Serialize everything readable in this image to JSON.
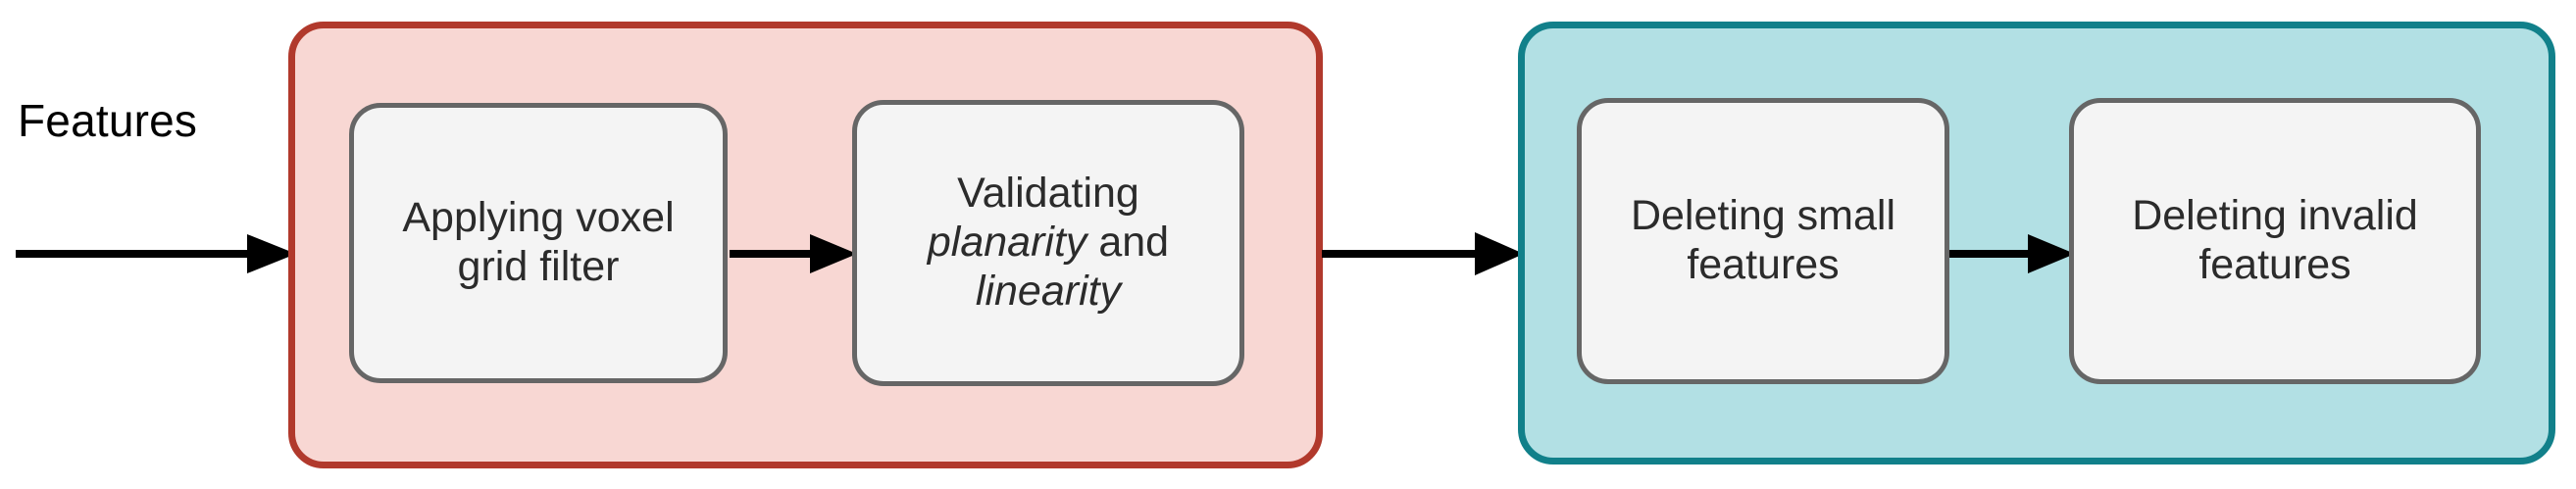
{
  "diagram": {
    "type": "flowchart",
    "orientation": "left-to-right",
    "input": {
      "label": "Features",
      "arrow_icon": "arrow-right-icon"
    },
    "groups": [
      {
        "id": "voxel-validation-group",
        "fill_color": "#f8d7d3",
        "border_color": "#b1392c",
        "steps": [
          {
            "id": "applying-voxel-grid-filter",
            "line1": "Applying voxel",
            "line2": "grid filter",
            "fill_color": "#f4f4f4",
            "border_color": "#666666"
          },
          {
            "id": "validating-planarity-linearity",
            "line1": "Validating",
            "line2_pre": "",
            "line2_em": "planarity",
            "line2_post": " and",
            "line3_em": "linearity",
            "fill_color": "#f4f4f4",
            "border_color": "#666666"
          }
        ]
      },
      {
        "id": "deletion-group",
        "fill_color": "#b2e0e4",
        "border_color": "#11808a",
        "steps": [
          {
            "id": "deleting-small-features",
            "line1": "Deleting small",
            "line2": "features",
            "fill_color": "#f4f4f4",
            "border_color": "#666666"
          },
          {
            "id": "deleting-invalid-features",
            "line1": "Deleting invalid",
            "line2": "features",
            "fill_color": "#f4f4f4",
            "border_color": "#666666"
          }
        ]
      }
    ],
    "connectors": [
      {
        "id": "input-to-voxel",
        "icon": "arrow-right-icon"
      },
      {
        "id": "voxel-to-validating",
        "icon": "arrow-right-icon"
      },
      {
        "id": "red-group-to-teal-group",
        "icon": "arrow-right-icon"
      },
      {
        "id": "small-to-invalid",
        "icon": "arrow-right-icon"
      }
    ],
    "arrow_color": "#000000"
  }
}
